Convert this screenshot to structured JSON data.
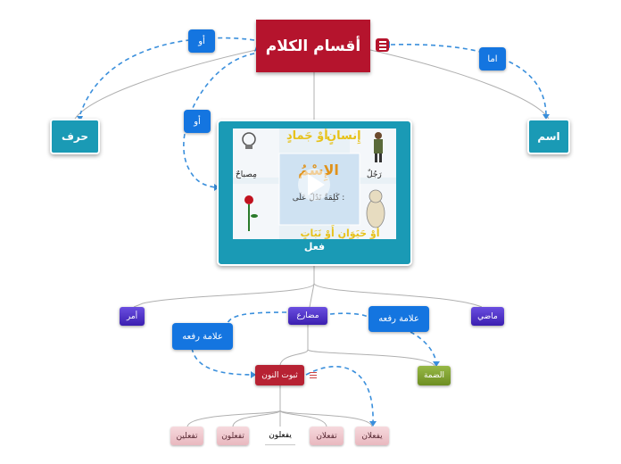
{
  "root": {
    "title": "أقسام الكلام"
  },
  "branches": {
    "harf": "حرف",
    "ism": "اسم",
    "fiil": "فعل"
  },
  "verb_types": {
    "amr": "أمر",
    "mudari": "مضارع",
    "madi": "ماضي"
  },
  "mudari_children": {
    "thubut_nun": "ثبوت النون",
    "damma": "الضمة"
  },
  "five_verbs": [
    "تفعلين",
    "تفعلون",
    "يفعلون",
    "تفعلان",
    "يفعلان"
  ],
  "relation_labels": {
    "aw_1": "أو",
    "amma": "اما",
    "aw_2": "أو",
    "alamat_raf_1": "علامة رفعه",
    "alamat_raf_2": "علامة رفعه"
  },
  "thumbnail": {
    "words": [
      "الإِسْمُ",
      "كَلِمَةٌ تَدُلُّ عَلَى :",
      "رَجُلٌ",
      "مِصباحٌ",
      "أَوْ حَيَوَانٍ أَوْ نَبَاتٍ",
      "إِنسانٍ",
      "أَوْ جَمادٍ"
    ]
  },
  "colors": {
    "root": "#b5142d",
    "teal": "#1a9ab5",
    "purple": "#4a2ecf",
    "tag_blue": "#1475e0",
    "green": "#7a9a2e",
    "pink": "#efc7cd",
    "dashed_link": "#3a8fdc",
    "solid_link": "#b0b0b0"
  },
  "icons": [
    "menu-icon",
    "play-icon",
    "rose-icon",
    "cat-icon",
    "man-icon",
    "lamp-icon"
  ]
}
